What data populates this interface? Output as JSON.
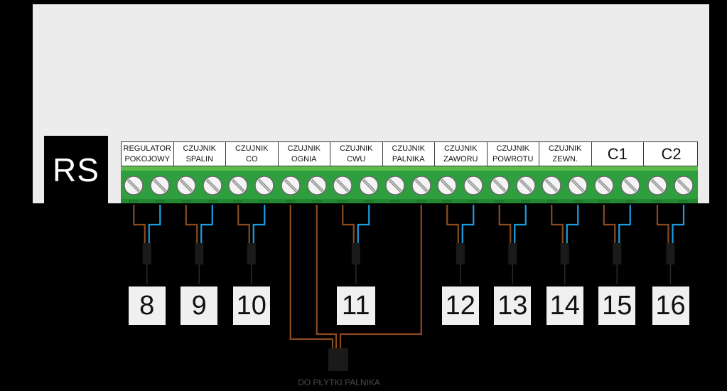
{
  "badge": {
    "text": "RS"
  },
  "terminal_groups": [
    {
      "id": "g8",
      "label": [
        "REGULATOR",
        "POKOJOWY"
      ],
      "number": "8"
    },
    {
      "id": "g9",
      "label": [
        "CZUJNIK",
        "SPALIN"
      ],
      "number": "9"
    },
    {
      "id": "g10",
      "label": [
        "CZUJNIK",
        "CO"
      ],
      "number": "10"
    },
    {
      "id": "gogn",
      "label": [
        "CZUJNIK",
        "OGNIA"
      ],
      "number": ""
    },
    {
      "id": "g11",
      "label": [
        "CZUJNIK",
        "CWU"
      ],
      "number": "11"
    },
    {
      "id": "gpal",
      "label": [
        "CZUJNIK",
        "PALNIKA"
      ],
      "number": ""
    },
    {
      "id": "g12",
      "label": [
        "CZUJNIK",
        "ZAWORU"
      ],
      "number": "12"
    },
    {
      "id": "g13",
      "label": [
        "CZUJNIK",
        "POWROTU"
      ],
      "number": "13"
    },
    {
      "id": "g14",
      "label": [
        "CZUJNIK",
        "ZEWN."
      ],
      "number": "14"
    },
    {
      "id": "g15",
      "label": [
        "C1"
      ],
      "number": "15"
    },
    {
      "id": "g16",
      "label": [
        "C2"
      ],
      "number": "16"
    }
  ],
  "burner": {
    "label": "DO PŁYTKI PALNIKA"
  },
  "colors": {
    "panel": "#ececec",
    "terminal_green": "#2e9e3e",
    "wire_brown": "#8b4a1e",
    "wire_blue": "#1a9ee0",
    "connector": "#1a1a1a"
  }
}
